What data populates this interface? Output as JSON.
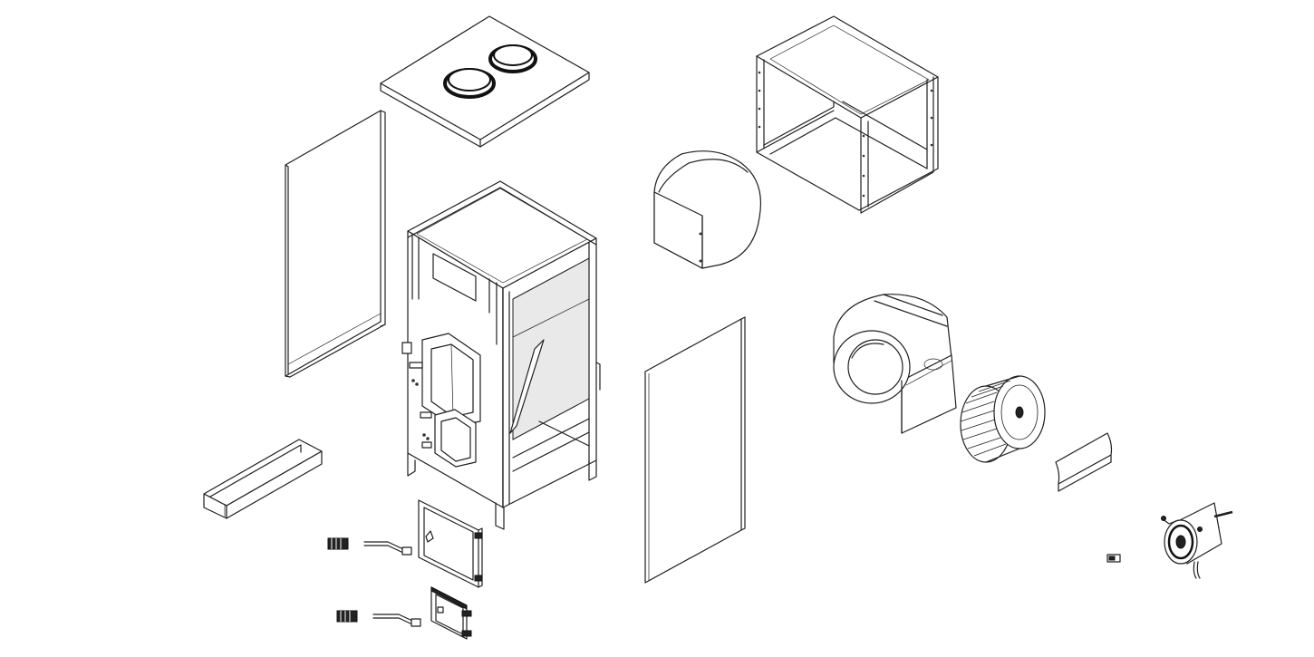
{
  "diagram": {
    "line_color": "#1f1f1f",
    "background": "#ffffff",
    "parts": [
      {
        "id": "top-panel-with-collars",
        "icon": "top-panel-icon"
      },
      {
        "id": "left-side-panel",
        "icon": "side-panel-icon"
      },
      {
        "id": "main-cabinet-frame",
        "icon": "cabinet-icon"
      },
      {
        "id": "floor-channel",
        "icon": "channel-icon"
      },
      {
        "id": "upper-control-box",
        "icon": "control-box-icon"
      },
      {
        "id": "lower-control-box",
        "icon": "control-box-icon"
      },
      {
        "id": "right-side-panel",
        "icon": "side-panel-icon"
      },
      {
        "id": "blower-shroud",
        "icon": "shroud-icon"
      },
      {
        "id": "open-frame-box",
        "icon": "frame-box-icon"
      },
      {
        "id": "blower-housing",
        "icon": "blower-housing-icon"
      },
      {
        "id": "blower-wheel",
        "icon": "blower-wheel-icon"
      },
      {
        "id": "cutoff-plate",
        "icon": "plate-icon"
      },
      {
        "id": "blower-motor",
        "icon": "motor-icon"
      }
    ]
  }
}
